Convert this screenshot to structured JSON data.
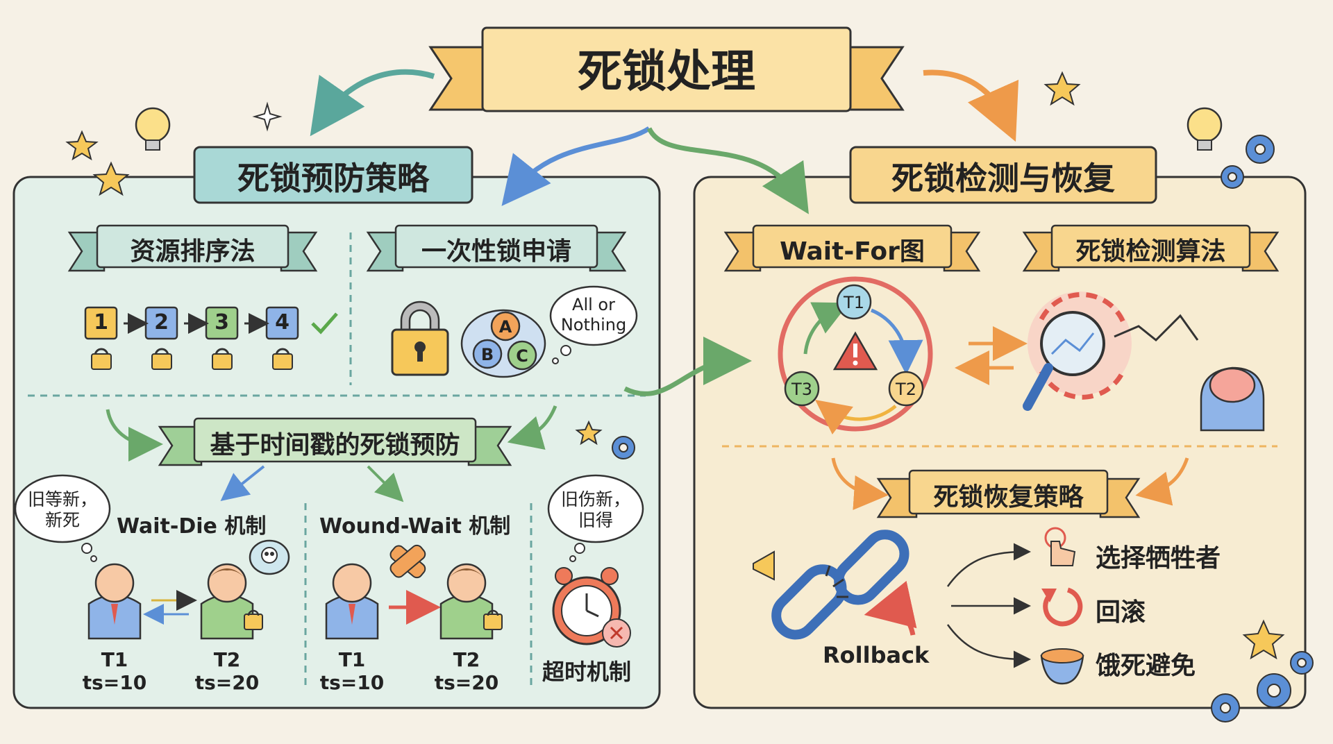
{
  "title": "死锁处理",
  "left": {
    "title": "死锁预防策略",
    "resource_order": {
      "title": "资源排序法",
      "steps": [
        "1",
        "2",
        "3",
        "4"
      ]
    },
    "one_time": {
      "title": "一次性锁申请",
      "resources": [
        "A",
        "B",
        "C"
      ],
      "bubble": "All or Nothing"
    },
    "timestamp": {
      "title": "基于时间戳的死锁预防",
      "wait_die": {
        "label": "Wait-Die 机制",
        "bubble": "旧等新，新死",
        "t1": "T1",
        "t1_ts": "ts=10",
        "t2": "T2",
        "t2_ts": "ts=20"
      },
      "wound_wait": {
        "label": "Wound-Wait 机制",
        "t1": "T1",
        "t1_ts": "ts=10",
        "t2": "T2",
        "t2_ts": "ts=20"
      },
      "timeout": {
        "bubble": "旧伤新，旧得",
        "label": "超时机制"
      }
    }
  },
  "right": {
    "title": "死锁检测与恢复",
    "wait_for": {
      "title": "Wait-For图",
      "nodes": [
        "T1",
        "T2",
        "T3"
      ]
    },
    "algo": {
      "title": "死锁检测算法"
    },
    "recovery": {
      "title": "死锁恢复策略",
      "rollback_label": "Rollback",
      "options": [
        "选择牺牲者",
        "回滚",
        "饿死避免"
      ]
    }
  },
  "colors": {
    "left_panel": "#e3f0e9",
    "right_panel": "#f7ecd2",
    "teal_banner": "#cfe7df",
    "green_banner": "#cde6c6",
    "orange_banner": "#f8d68e",
    "title_banner": "#fbe2a6",
    "red": "#e05a4f",
    "blue": "#5b8fd6"
  },
  "icons": [
    "lightbulb-icon",
    "star-icon",
    "gear-icon",
    "lock-icon",
    "skull-icon",
    "bandage-icon",
    "alarm-clock-icon",
    "warning-icon",
    "magnifier-icon",
    "brain-icon",
    "broken-chain-icon",
    "pointer-hand-icon",
    "undo-icon",
    "food-bowl-icon"
  ]
}
